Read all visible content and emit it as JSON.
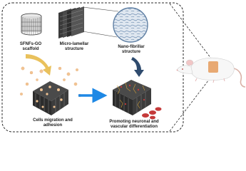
{
  "labels": {
    "scaffold": [
      "SFNFs-GO",
      "scaffold"
    ],
    "micro": [
      "Micro-lamellar",
      "structure"
    ],
    "nano": [
      "Nano-fibrillar",
      "structure"
    ],
    "migration": [
      "Cells migration and",
      "adhesion"
    ],
    "promoting": [
      "Promoting neuronal and",
      "vascular differentiation"
    ]
  },
  "colors": {
    "frame": "#2b2b2b",
    "arrow_yellow": "#e9c15c",
    "arrow_navy": "#2f4b6e",
    "arrow_blue": "#2f8fe8",
    "cells": "#f2c493",
    "blood": "#c53a3a",
    "scaffold_dark": "#333333",
    "fiber_blue": "#6f8fb0",
    "patch": "#e7a46b"
  }
}
